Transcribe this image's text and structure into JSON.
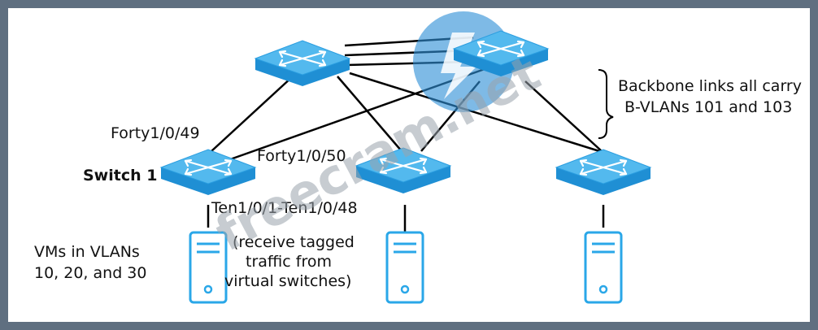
{
  "labels": {
    "forty49": "Forty1/0/49",
    "forty50": "Forty1/0/50",
    "switch1": "Switch 1",
    "ten_ports": "Ten1/0/1-Ten1/0/48",
    "receive1": "(receive tagged",
    "receive2": "traffic from",
    "receive3": "virtual switches)",
    "vms1": "VMs in VLANs",
    "vms2": "10, 20, and 30",
    "backbone1": "Backbone links all carry",
    "backbone2": "B-VLANs 101 and 103"
  },
  "watermark": {
    "text": "freecram.net",
    "logo_color": "#2f8fd6"
  },
  "colors": {
    "switch_top": "#4fb6ec",
    "switch_side": "#1e90d6",
    "server": "#2aa7e8",
    "link": "#000000"
  }
}
